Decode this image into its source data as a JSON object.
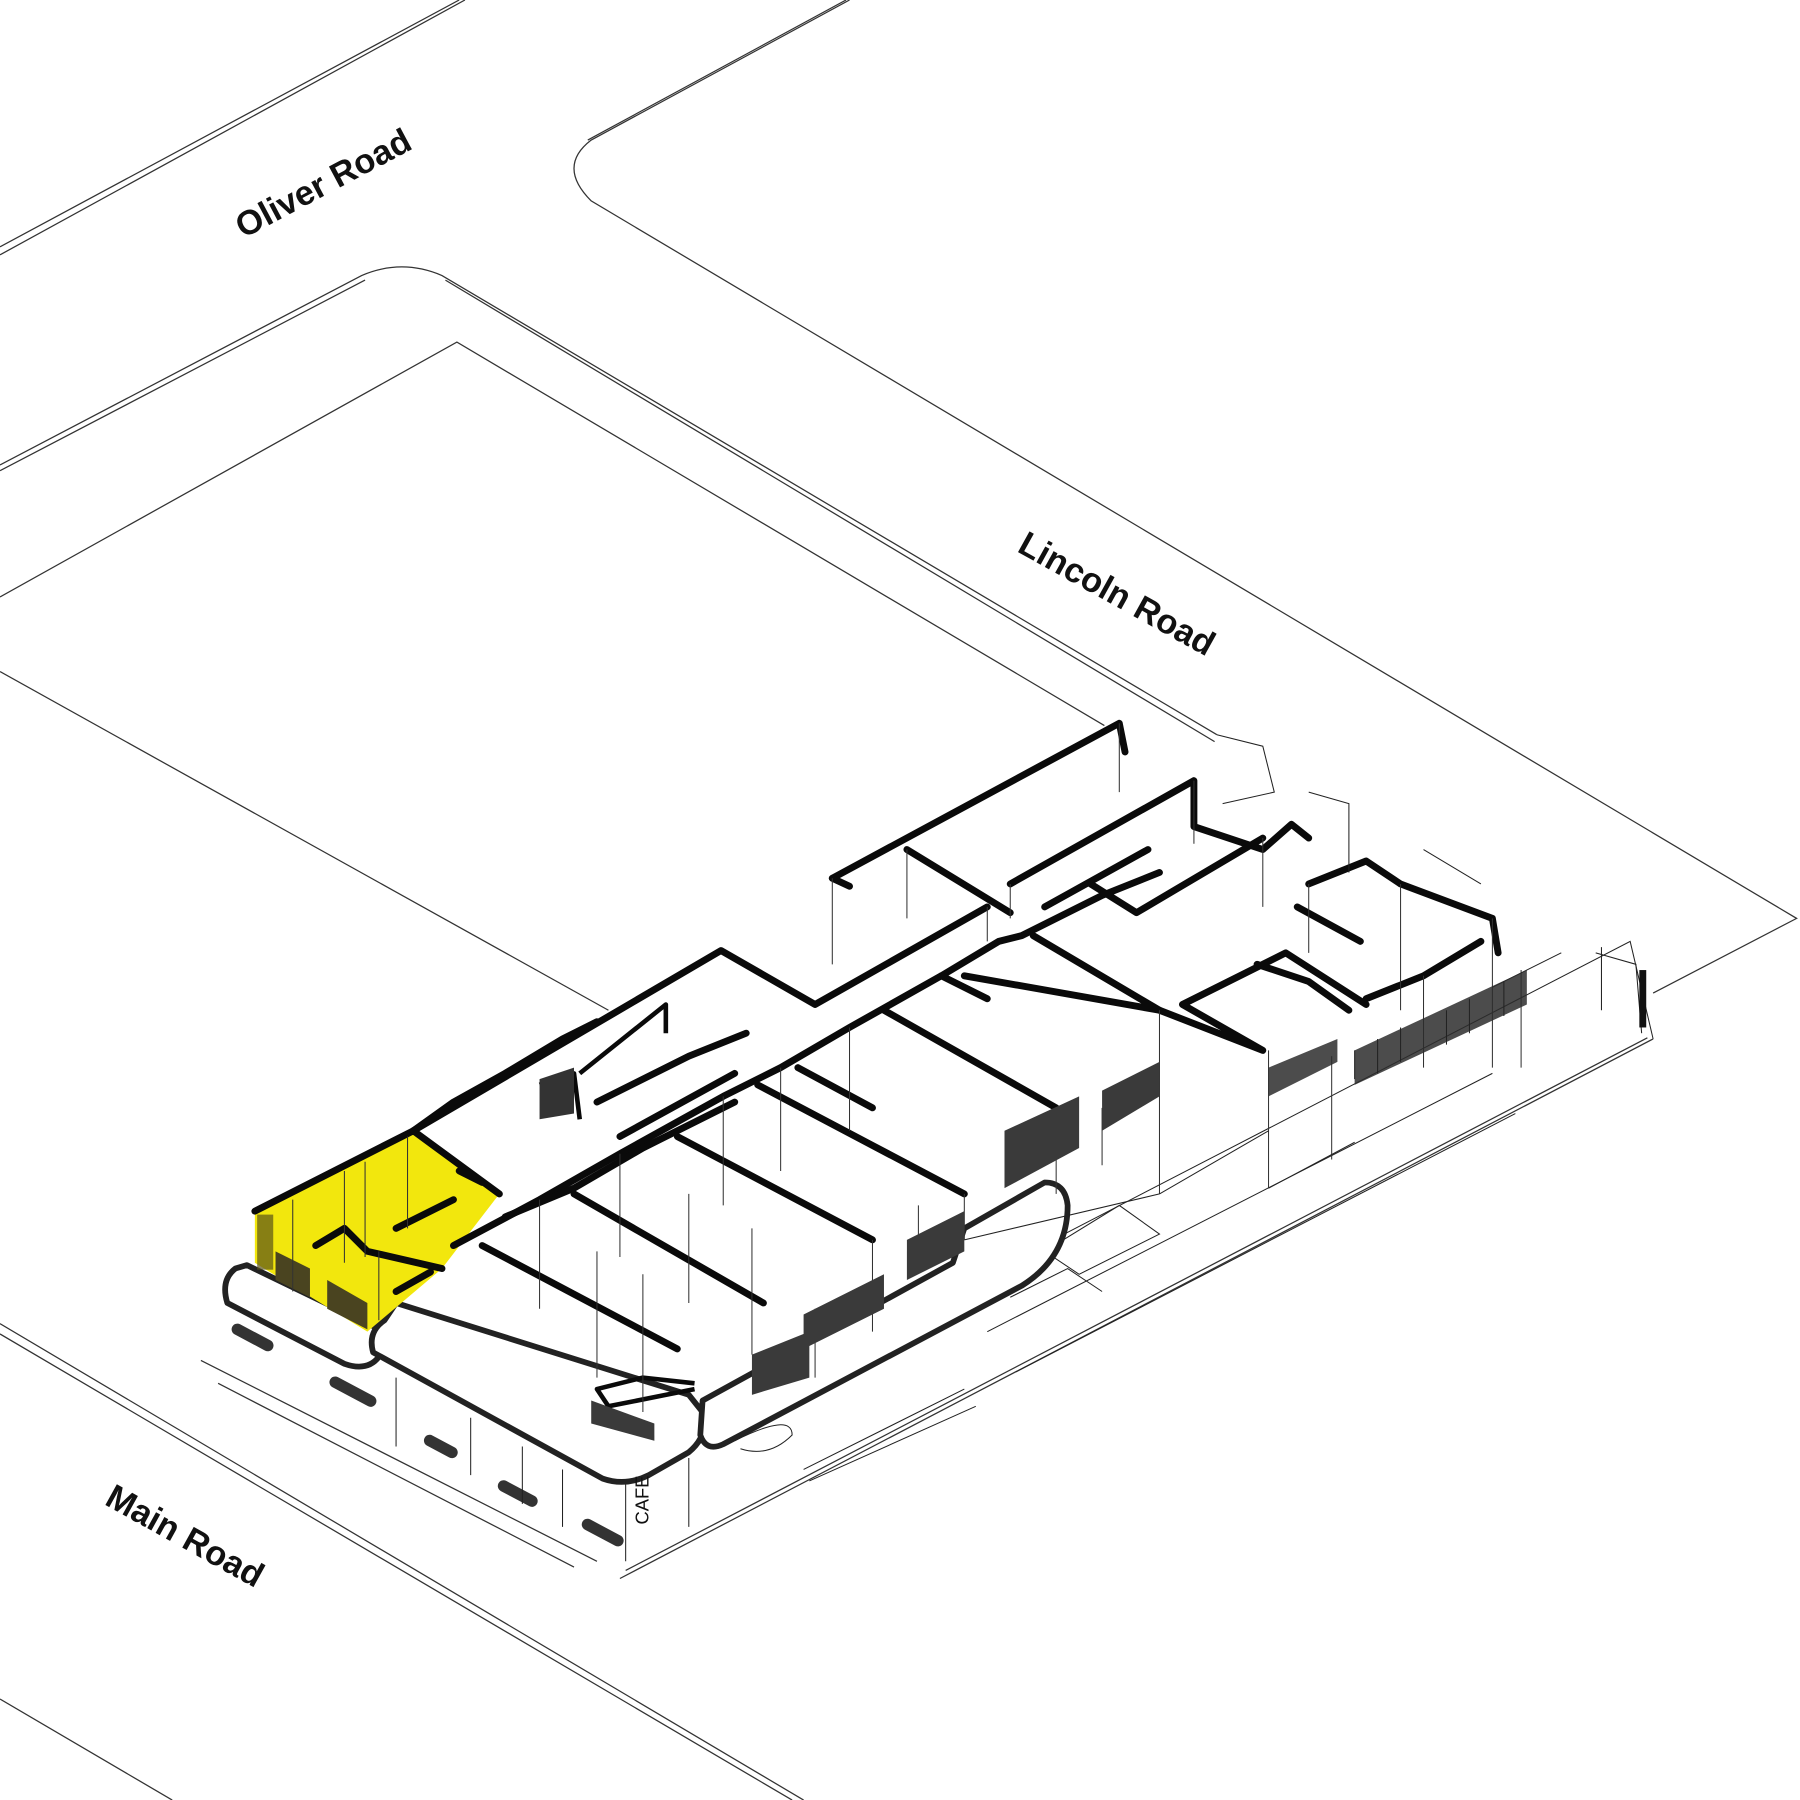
{
  "streets": {
    "oliver": "Oliver Road",
    "lincoln": "Lincoln Road",
    "main": "Main Road"
  },
  "signage": {
    "cafe": "CAFE"
  },
  "colors": {
    "highlight": "#f2e70d",
    "highlight_shadow": "#4a4420",
    "brick": "#3a3a3a",
    "line": "#111111"
  }
}
